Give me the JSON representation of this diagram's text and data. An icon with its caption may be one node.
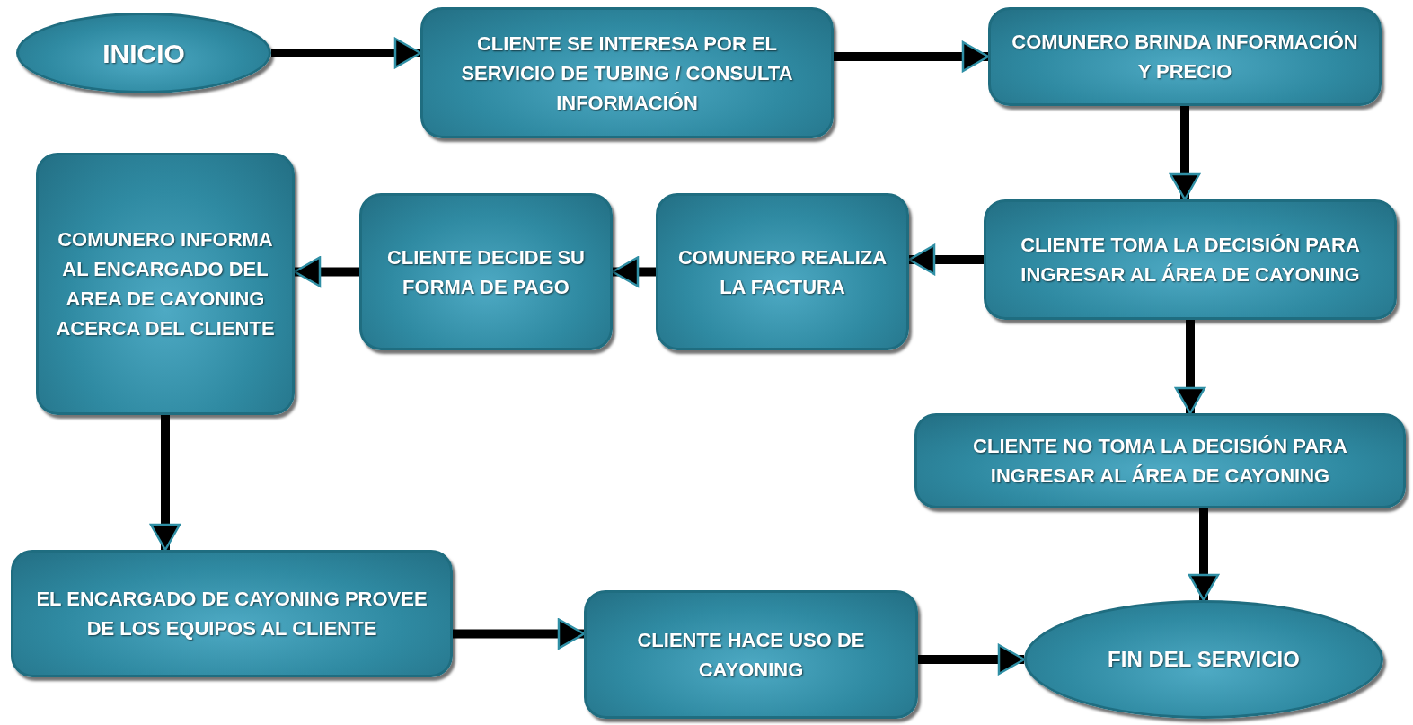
{
  "diagram": {
    "nodes": [
      {
        "text": [
          "INICIO"
        ]
      },
      {
        "text": [
          "CLIENTE SE INTERESA POR EL SERVICIO DE TUBING / CONSULTA INFORMACIÓN"
        ]
      },
      {
        "text": [
          "COMUNERO BRINDA INFORMACIÓN Y PRECIO"
        ]
      },
      {
        "text": [
          "COMUNERO INFORMA AL ENCARGADO DEL AREA DE CAYONING ACERCA DEL CLIENTE"
        ]
      },
      {
        "text": [
          "CLIENTE DECIDE SU FORMA DE PAGO"
        ]
      },
      {
        "text": [
          "COMUNERO REALIZA LA FACTURA"
        ]
      },
      {
        "text": [
          "CLIENTE TOMA LA DECISIÓN PARA INGRESAR AL ÁREA DE CAYONING"
        ]
      },
      {
        "text": [
          "CLIENTE NO TOMA LA DECISIÓN PARA INGRESAR AL ÁREA DE CAYONING"
        ]
      },
      {
        "text": [
          "EL ENCARGADO DE CAYONING PROVEE DE LOS EQUIPOS AL CLIENTE"
        ]
      },
      {
        "text": [
          "CLIENTE HACE USO DE CAYONING"
        ]
      },
      {
        "text": [
          "FIN DEL SERVICIO"
        ]
      }
    ],
    "edges": [
      {
        "from": 0,
        "to": 1,
        "arrow": "to"
      },
      {
        "from": 1,
        "to": 2,
        "arrow": "to"
      },
      {
        "from": 2,
        "to": 6,
        "arrow": "to"
      },
      {
        "from": 6,
        "to": 7,
        "arrow": "to"
      },
      {
        "from": 7,
        "to": 10,
        "arrow": "to"
      },
      {
        "from": 6,
        "to": 5,
        "arrow": "to"
      },
      {
        "from": 5,
        "to": 4,
        "arrow": "to"
      },
      {
        "from": 4,
        "to": 3,
        "arrow": "to"
      },
      {
        "from": 3,
        "to": 8,
        "arrow": "to"
      },
      {
        "from": 8,
        "to": 9,
        "arrow": "to"
      },
      {
        "from": 9,
        "to": 10,
        "arrow": "to"
      }
    ]
  }
}
